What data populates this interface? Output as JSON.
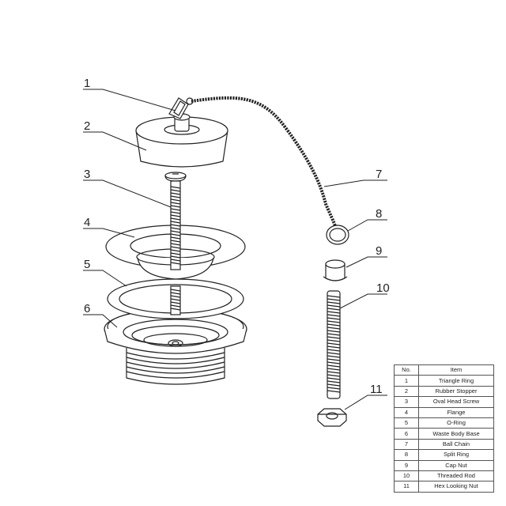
{
  "diagram": {
    "callouts": [
      {
        "no": "1"
      },
      {
        "no": "2"
      },
      {
        "no": "3"
      },
      {
        "no": "4"
      },
      {
        "no": "5"
      },
      {
        "no": "6"
      },
      {
        "no": "7"
      },
      {
        "no": "8"
      },
      {
        "no": "9"
      },
      {
        "no": "10"
      },
      {
        "no": "11"
      }
    ]
  },
  "parts_table": {
    "headers": {
      "no": "No.",
      "item": "Item"
    },
    "rows": [
      {
        "no": "1",
        "item": "Triangle Ring"
      },
      {
        "no": "2",
        "item": "Rubber Stopper"
      },
      {
        "no": "3",
        "item": "Oval Head Screw"
      },
      {
        "no": "4",
        "item": "Flange"
      },
      {
        "no": "5",
        "item": "O-Ring"
      },
      {
        "no": "6",
        "item": "Waste Body Base"
      },
      {
        "no": "7",
        "item": "Ball Chain"
      },
      {
        "no": "8",
        "item": "Split Ring"
      },
      {
        "no": "9",
        "item": "Cap Nut"
      },
      {
        "no": "10",
        "item": "Threaded Rod"
      },
      {
        "no": "11",
        "item": "Hex Looking Nut"
      }
    ]
  }
}
